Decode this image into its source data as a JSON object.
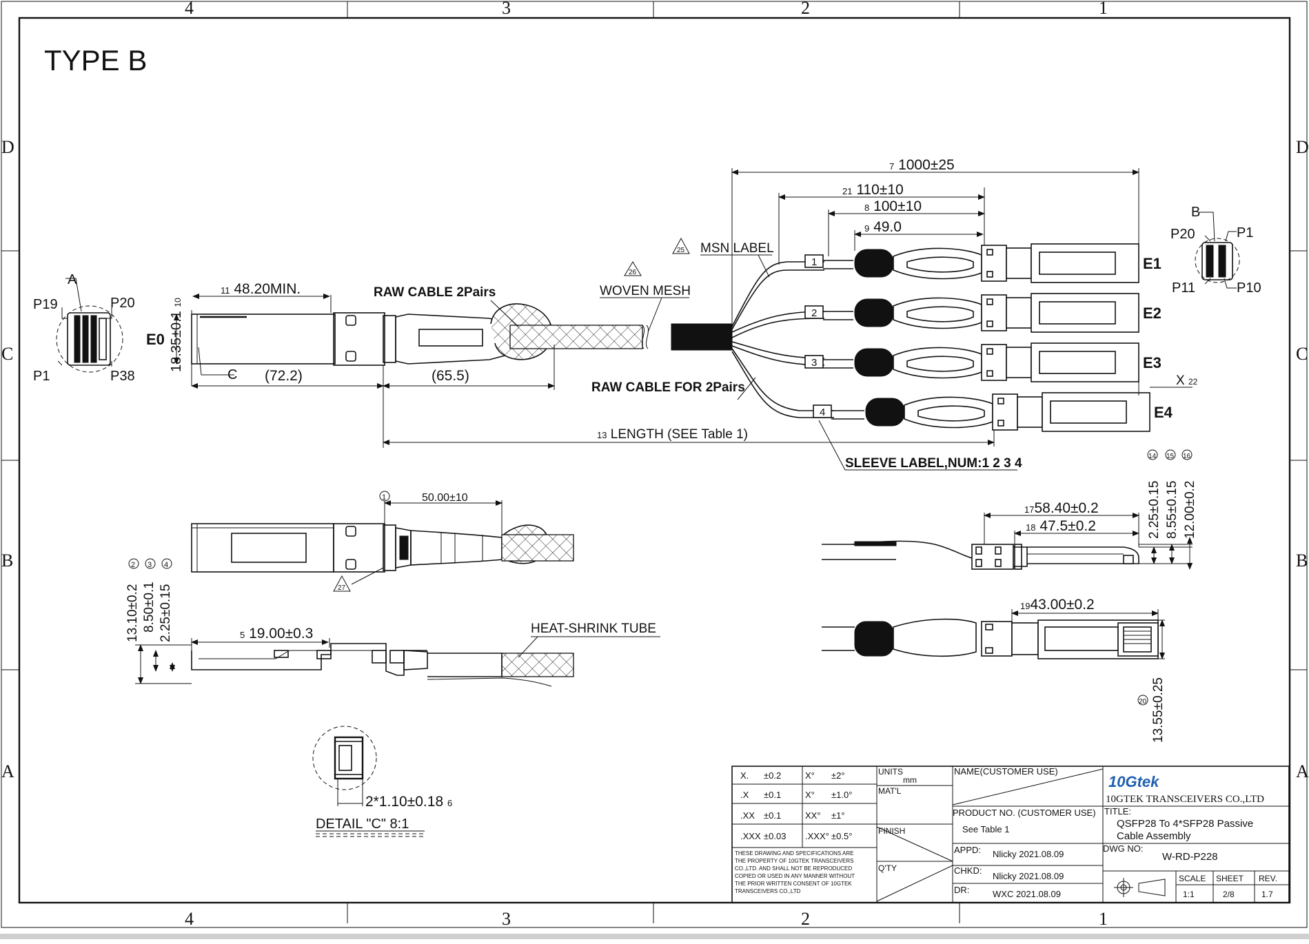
{
  "sheet": {
    "title": "TYPE B",
    "zones_h": [
      "4",
      "3",
      "2",
      "1"
    ],
    "zones_v": [
      "D",
      "C",
      "B",
      "A"
    ]
  },
  "views": {
    "e0_label": "E0",
    "pins_left": {
      "a": "A",
      "p19": "P19",
      "p20": "P20",
      "p1": "P1",
      "p38": "P38"
    },
    "pins_right": {
      "b": "B",
      "p20": "P20",
      "p1": "P1",
      "p11": "P11",
      "p10": "P10"
    },
    "detail_c_leader": "C",
    "end_labels": [
      "E1",
      "E2",
      "E3",
      "E4"
    ],
    "cable_numbers": [
      "1",
      "2",
      "3",
      "4"
    ]
  },
  "dimensions": {
    "d11": "48.20MIN.",
    "d10": "18.35±0.1",
    "d72": "(72.2)",
    "d65": "(65.5)",
    "d13": "LENGTH (SEE Table 1)",
    "d7": "1000±25",
    "d21": "110±10",
    "d8": "100±10",
    "d9": "49.0",
    "d22": "X",
    "d1": "50.00±10",
    "d2": "13.10±0.2",
    "d3": "8.50±0.1",
    "d4": "2.25±0.15",
    "d5": "19.00±0.3",
    "d6": "2*1.10±0.18",
    "d17": "58.40±0.2",
    "d18": "47.5±0.2",
    "d19": "43.00±0.2",
    "d14": "2.25±0.15",
    "d15": "8.55±0.15",
    "d16": "12.00±0.2",
    "d20": "13.55±0.25"
  },
  "callouts": {
    "n1": "1",
    "n2": "2",
    "n3": "3",
    "n4": "4",
    "n5": "5",
    "n6": "6",
    "n7": "7",
    "n8": "8",
    "n9": "9",
    "n10": "10",
    "n11": "11",
    "n13": "13",
    "n14": "14",
    "n15": "15",
    "n16": "16",
    "n17": "17",
    "n18": "18",
    "n19": "19",
    "n20": "20",
    "n21": "21",
    "n22": "22",
    "t25": "25",
    "t26": "26",
    "t27": "27"
  },
  "notes": {
    "raw_cable_2pairs": "RAW CABLE 2Pairs",
    "raw_cable_for_2pairs": "RAW CABLE FOR 2Pairs",
    "woven_mesh": "WOVEN MESH",
    "msn_label": "MSN LABEL",
    "sleeve_label": "SLEEVE LABEL,NUM:1 2 3 4",
    "heat_shrink": "HEAT-SHRINK TUBE",
    "detail_c": "DETAIL \"C\" 8:1"
  },
  "title_block": {
    "tolerances": [
      {
        "k": "X.",
        "v": "±0.2",
        "ak": "X°",
        "av": "±2°"
      },
      {
        "k": ".X",
        "v": "±0.1",
        "ak": "X°",
        "av": "±1.0°"
      },
      {
        "k": ".XX",
        "v": "±0.1",
        "ak": "XX°",
        "av": "±1°"
      },
      {
        "k": ".XXX",
        "v": "±0.03",
        "ak": ".XXX°",
        "av": "±0.5°"
      }
    ],
    "disclaimer": [
      "THESE DRAWING AND SPECIFICATIONS ARE",
      "THE PROPERTY OF 10GTEK TRANSCEIVERS",
      "CO.,LTD. AND SHALL NOT BE REPRODUCED",
      "COPIED OR USED IN ANY MANNER WITHOUT",
      "THE PRIOR WRITTEN CONSENT OF 10GTEK",
      "TRANSCEIVERS CO.,LTD"
    ],
    "units_label": "UNITS",
    "units_value": "mm",
    "matl": "MAT'L",
    "finish": "FINISH",
    "qty": "Q'TY",
    "name_label": "NAME(CUSTOMER USE)",
    "product_no_label": "PRODUCT NO. (CUSTOMER USE)",
    "product_no_value": "See Table 1",
    "appd_label": "APPD:",
    "appd_value": "Nlicky 2021.08.09",
    "chkd_label": "CHKD:",
    "chkd_value": "Nlicky 2021.08.09",
    "dr_label": "DR:",
    "dr_value": "WXC  2021.08.09",
    "logo": "10Gtek",
    "company": "10GTEK TRANSCEIVERS CO.,LTD",
    "title_label": "TITLE:",
    "title_line1": "QSFP28 To 4*SFP28 Passive",
    "title_line2": "Cable Assembly",
    "dwg_label": "DWG NO:",
    "dwg_value": "W-RD-P228",
    "scale_label": "SCALE",
    "scale_value": "1:1",
    "sheet_label": "SHEET",
    "sheet_value": "2/8",
    "rev_label": "REV.",
    "rev_value": "1.7",
    "logo_color": "#1f5fb0"
  }
}
